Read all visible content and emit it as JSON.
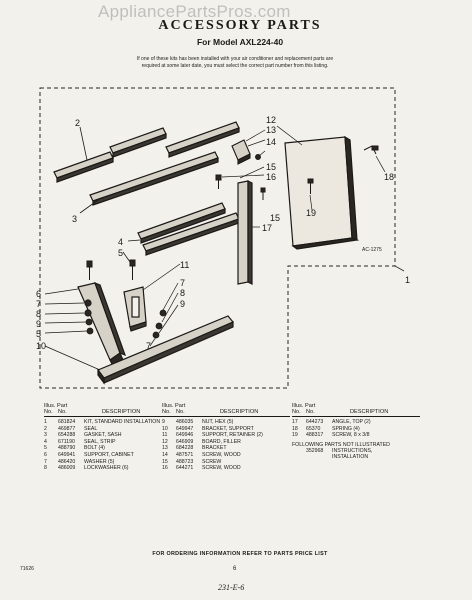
{
  "watermark": "AppliancePartsPros.com",
  "header": {
    "title": "ACCESSORY PARTS",
    "subtitle": "For Model AXL224-40",
    "note_line1": "If one of these kits has been installed with your air conditioner and replacement parts are",
    "note_line2": "required at some later date, you must select the correct part number from this listing."
  },
  "diagram": {
    "code": "AC-1275",
    "callouts": [
      "1",
      "2",
      "3",
      "4",
      "5",
      "6",
      "7",
      "8",
      "9",
      "10",
      "11",
      "12",
      "13",
      "14",
      "15",
      "16",
      "17",
      "18",
      "19"
    ]
  },
  "parts_table": {
    "columns": [
      {
        "header_top": "Illus. Part",
        "header_no": "No.",
        "header_part": "No.",
        "header_desc": "DESCRIPTION",
        "rows": [
          {
            "no": "1",
            "part": "681824",
            "desc": "KIT, STANDARD INSTALLATION"
          },
          {
            "no": "2",
            "part": "469877",
            "desc": "SEAL"
          },
          {
            "no": "3",
            "part": "654288",
            "desc": "GASKET, SASH"
          },
          {
            "no": "4",
            "part": "671190",
            "desc": "SEAL, STRIP"
          },
          {
            "no": "5",
            "part": "488790",
            "desc": "BOLT (4)"
          },
          {
            "no": "6",
            "part": "649941",
            "desc": "SUPPORT, CABINET"
          },
          {
            "no": "7",
            "part": "486420",
            "desc": "WASHER (5)"
          },
          {
            "no": "8",
            "part": "486009",
            "desc": "LOCKWASHER (6)"
          }
        ]
      },
      {
        "header_top": "Illus. Part",
        "header_no": "No.",
        "header_part": "No.",
        "header_desc": "DESCRIPTION",
        "rows": [
          {
            "no": "9",
            "part": "486035",
            "desc": "NUT, HEX (5)"
          },
          {
            "no": "10",
            "part": "649947",
            "desc": "BRACKET, SUPPORT"
          },
          {
            "no": "11",
            "part": "649946",
            "desc": "SUPPORT, RETAINER (2)"
          },
          {
            "no": "12",
            "part": "646909",
            "desc": "BOARD, FILLER"
          },
          {
            "no": "13",
            "part": "684228",
            "desc": "BRACKET"
          },
          {
            "no": "14",
            "part": "487571",
            "desc": "SCREW, WOOD"
          },
          {
            "no": "15",
            "part": "488723",
            "desc": "SCREW"
          },
          {
            "no": "16",
            "part": "644271",
            "desc": "SCREW, WOOD"
          }
        ]
      },
      {
        "header_top": "Illus. Part",
        "header_no": "No.",
        "header_part": "No.",
        "header_desc": "DESCRIPTION",
        "rows": [
          {
            "no": "17",
            "part": "644273",
            "desc": "ANGLE, TOP (2)"
          },
          {
            "no": "18",
            "part": "65370",
            "desc": "SPRING (4)"
          },
          {
            "no": "19",
            "part": "488317",
            "desc": "SCREW, 8 x 3/8"
          }
        ],
        "following_header": "FOLLOWING PARTS NOT ILLUSTRATED",
        "following_rows": [
          {
            "no": "",
            "part": "352968",
            "desc": "INSTRUCTIONS,"
          },
          {
            "no": "",
            "part": "",
            "desc": "INSTALLATION"
          }
        ]
      }
    ]
  },
  "footer": {
    "ordering": "FOR ORDERING INFORMATION REFER TO PARTS PRICE LIST",
    "doc_number": "71626",
    "page_number": "6",
    "handwritten": "231-E-6"
  }
}
